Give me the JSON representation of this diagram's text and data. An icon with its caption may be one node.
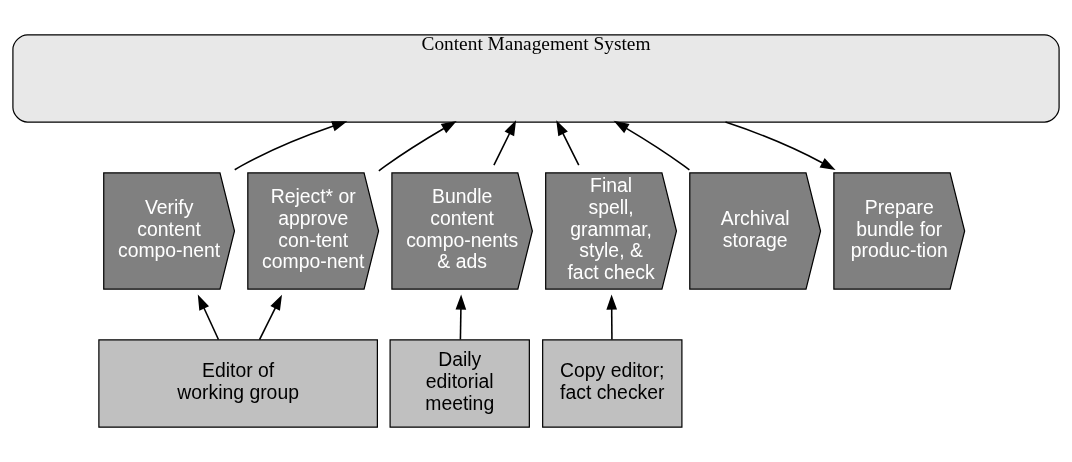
{
  "diagram": {
    "nodes": [
      {
        "text": [
          "Content Management System"
        ]
      },
      {
        "text": [
          "Verify content compo-nent"
        ]
      },
      {
        "text": [
          "Reject* or approve con-tent compo-nent"
        ]
      },
      {
        "text": [
          "Bundle content compo-nents & ads"
        ]
      },
      {
        "text": [
          "Final spell, grammar, style, & fact check"
        ]
      },
      {
        "text": [
          "Archival storage"
        ]
      },
      {
        "text": [
          "Prepare bundle for produc-tion"
        ]
      },
      {
        "text": [
          "Editor of working group"
        ]
      },
      {
        "text": [
          "Daily editorial meeting"
        ]
      },
      {
        "text": [
          "Copy editor; fact checker"
        ]
      }
    ],
    "edges": [
      {
        "from": 1,
        "to": 0,
        "arrow": "to"
      },
      {
        "from": 2,
        "to": 0,
        "arrow": "to"
      },
      {
        "from": 3,
        "to": 0,
        "arrow": "to"
      },
      {
        "from": 4,
        "to": 0,
        "arrow": "to"
      },
      {
        "from": 5,
        "to": 0,
        "arrow": "to"
      },
      {
        "from": 0,
        "to": 6,
        "arrow": "to"
      },
      {
        "from": 7,
        "to": 1,
        "arrow": "to"
      },
      {
        "from": 7,
        "to": 2,
        "arrow": "to"
      },
      {
        "from": 8,
        "to": 3,
        "arrow": "to"
      },
      {
        "from": 9,
        "to": 4,
        "arrow": "to"
      }
    ]
  }
}
